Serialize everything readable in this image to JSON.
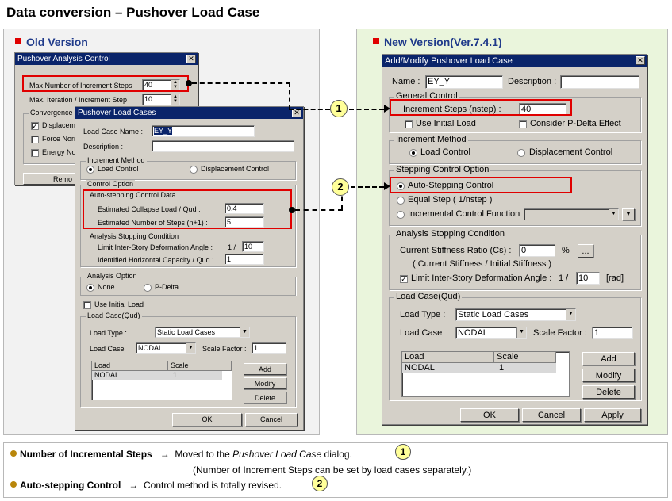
{
  "page_title": "Data conversion – Pushover Load Case",
  "old_label": "Old Version",
  "new_label": "New Version(Ver.7.4.1)",
  "colors": {
    "accent_red": "#e00000",
    "titlebar": "#0a246a",
    "new_panel": "#eaf5dc",
    "callout": "#ffff99"
  },
  "old_analysis": {
    "title": "Pushover Analysis Control",
    "max_steps_label": "Max Number of Increment Steps",
    "max_steps_value": "40",
    "max_iter_label": "Max. Iteration / Increment Step",
    "max_iter_value": "10",
    "convergence_label": "Convergence",
    "conv_items": [
      "Displacem",
      "Force Norr",
      "Energy No"
    ],
    "remove_label": "Remo"
  },
  "old_lc": {
    "title": "Pushover Load Cases",
    "name_label": "Load Case Name :",
    "name_value": "EY_Y",
    "desc_label": "Description :",
    "inc_method_label": "Increment Method",
    "load_control": "Load Control",
    "disp_control": "Displacement Control",
    "control_option_label": "Control Option",
    "auto_step_label": "Auto-stepping Control Data",
    "collapse_label": "Estimated Collapse Load / Qud :",
    "collapse_value": "0.4",
    "nsteps_label": "Estimated Number of Steps (n+1) :",
    "nsteps_value": "5",
    "stop_label": "Analysis Stopping Condition",
    "limit_label": "Limit Inter-Story Deformation Angle :",
    "limit_prefix": "1 /",
    "limit_value": "10",
    "hcap_label": "Identified Horizontal Capacity / Qud :",
    "hcap_value": "1",
    "analysis_option_label": "Analysis Option",
    "none_label": "None",
    "pdelta_label": "P-Delta",
    "use_initial_label": "Use Initial Load",
    "qud_label": "Load Case(Qud)",
    "load_type_label": "Load Type :",
    "load_type_value": "Static Load Cases",
    "load_case_label": "Load Case",
    "load_case_value": "NODAL",
    "scale_label": "Scale Factor :",
    "scale_value": "1",
    "col_load": "Load",
    "col_scale": "Scale",
    "row_load": "NODAL",
    "row_scale": "1",
    "add": "Add",
    "modify": "Modify",
    "delete": "Delete",
    "ok": "OK",
    "cancel": "Cancel"
  },
  "new_lc": {
    "title": "Add/Modify Pushover Load Case",
    "name_label": "Name :",
    "name_value": "EY_Y",
    "desc_label": "Description :",
    "general_label": "General Control",
    "inc_steps_label": "Increment Steps (nstep) :",
    "inc_steps_value": "40",
    "use_initial_label": "Use Initial Load",
    "pdelta_label": "Consider P-Delta Effect",
    "inc_method_label": "Increment Method",
    "load_control": "Load Control",
    "disp_control": "Displacement Control",
    "stepping_label": "Stepping Control Option",
    "auto_step": "Auto-Stepping Control",
    "equal_step": "Equal Step (   1/nstep )",
    "incremental": "Incremental Control Function",
    "stop_label": "Analysis Stopping Condition",
    "stiff_label": "Current Stiffness Ratio (Cs) :",
    "stiff_value": "0",
    "stiff_unit": "%",
    "stiff_btn": "...",
    "stiff_note": "( Current Stiffness / Initial Stiffness )",
    "limit_label": "Limit Inter-Story Deformation Angle :",
    "limit_prefix": "1 /",
    "limit_value": "10",
    "limit_unit": "[rad]",
    "qud_label": "Load Case(Qud)",
    "load_type_label": "Load Type :",
    "load_type_value": "Static Load Cases",
    "load_case_label": "Load Case",
    "load_case_value": "NODAL",
    "scale_label": "Scale Factor :",
    "scale_value": "1",
    "col_load": "Load",
    "col_scale": "Scale",
    "row_load": "NODAL",
    "row_scale": "1",
    "add": "Add",
    "modify": "Modify",
    "delete": "Delete",
    "ok": "OK",
    "cancel": "Cancel",
    "apply": "Apply"
  },
  "callouts": {
    "one": "1",
    "two": "2"
  },
  "notes": {
    "line1_bold": "Number of Incremental Steps",
    "arrow": "→",
    "line1_text": "Moved to the",
    "line1_em": "Pushover Load Case",
    "line1_end": "dialog.",
    "line2": "(Number  of Increment Steps can be set by load cases separately.)",
    "line3_bold": "Auto-stepping  Control",
    "line3_text": "Control method is totally revised."
  }
}
